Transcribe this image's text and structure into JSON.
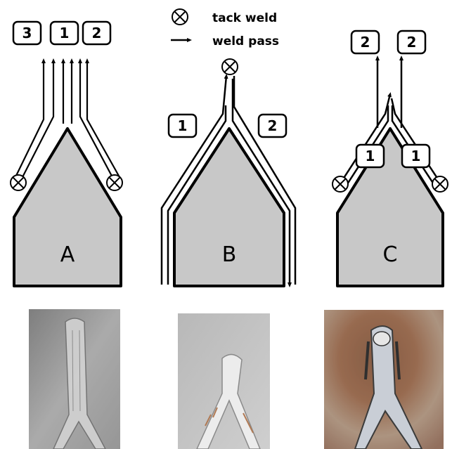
{
  "legend": {
    "tack_weld": "tack weld",
    "weld_pass": "weld pass"
  },
  "diagrams": {
    "a": {
      "caption": "A",
      "pass_labels": [
        "3",
        "1",
        "2"
      ]
    },
    "b": {
      "caption": "B",
      "pass_labels": [
        "1",
        "2"
      ]
    },
    "c": {
      "caption": "C",
      "pass_labels": [
        "2",
        "2",
        "1",
        "1"
      ]
    }
  },
  "colors": {
    "part_fill": "#c8c8c8",
    "stroke": "#000000",
    "background": "#ffffff"
  }
}
